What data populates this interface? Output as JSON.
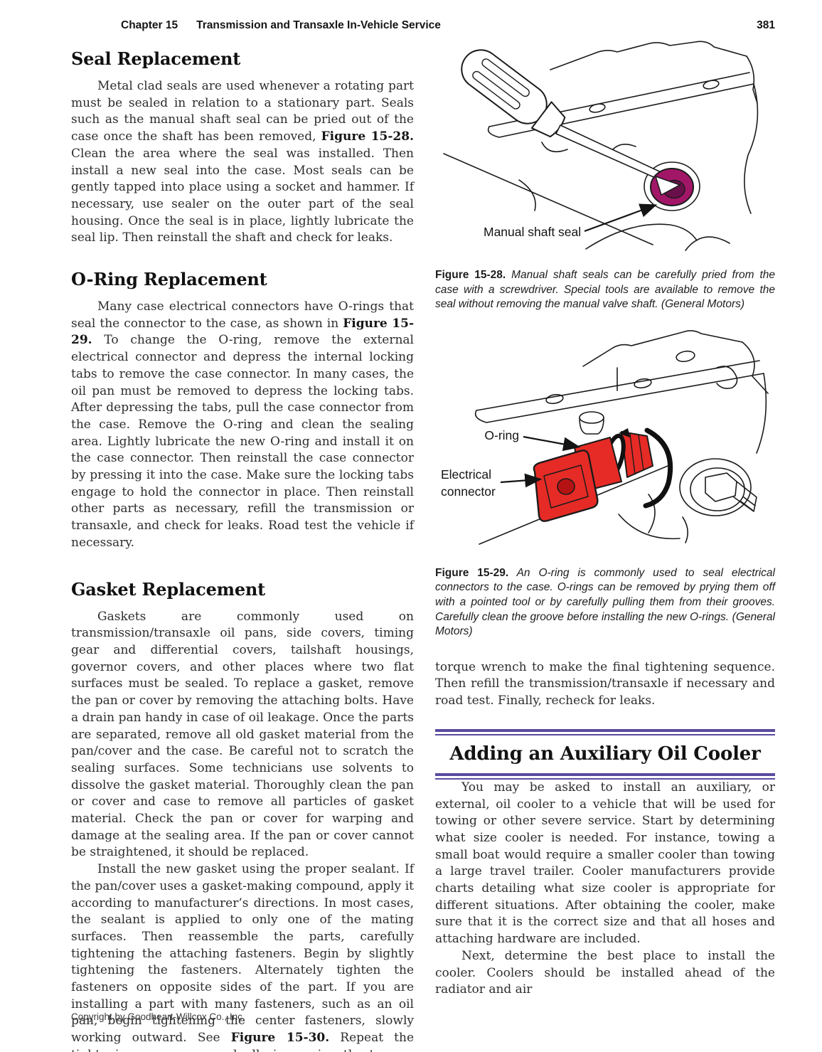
{
  "header": {
    "chapter_label": "Chapter 15",
    "chapter_title": "Transmission and Transaxle In-Vehicle Service",
    "page_number": "381"
  },
  "left": {
    "seal": {
      "heading": "Seal Replacement",
      "p_before": "Metal clad seals are used whenever a rotating part must be sealed in relation to a stationary part. Seals such as the manual shaft seal can be pried out of the case once the shaft has been removed, ",
      "figref": "Figure 15-28.",
      "p_after": " Clean the area where the seal was installed. Then install a new seal into the case. Most seals can be gently tapped into place using a socket and hammer. If necessary, use sealer on the outer part of the seal housing. Once the seal is in place, lightly lubricate the seal lip. Then reinstall the shaft and check for leaks."
    },
    "oring": {
      "heading": "O-Ring Replacement",
      "p_before": "Many case electrical connectors have O-rings that seal the connector to the case, as shown in ",
      "figref": "Figure 15-29.",
      "p_after": " To change the O-ring, remove the external electrical connector and depress the internal locking tabs to remove the case connector. In many cases, the oil pan must be removed to depress the locking tabs. After depressing the tabs, pull the case connector from the case. Remove the O-ring and clean the sealing area. Lightly lubricate the new O-ring and install it on the case connector. Then reinstall the case connector by pressing it into the case. Make sure the locking tabs engage to hold the connector in place. Then reinstall other parts as necessary, refill the transmission or transaxle, and check for leaks. Road test the vehicle if necessary."
    },
    "gasket": {
      "heading": "Gasket Replacement",
      "p1": "Gaskets are commonly used on transmission/transaxle oil pans, side covers, timing gear and differential covers, tailshaft housings, governor covers, and other places where two flat surfaces must be sealed. To replace a gasket, remove the pan or cover by removing the attaching bolts. Have a drain pan handy in case of oil leakage. Once the parts are separated, remove all old gasket material from the pan/cover and the case. Be careful not to scratch the sealing surfaces. Some technicians use solvents to dissolve the gasket material. Thoroughly clean the pan or cover and case to remove all particles of gasket material. Check the pan or cover for warping and damage at the sealing area. If the pan or cover cannot be straightened, it should be replaced.",
      "p2_before": "Install the new gasket using the proper sealant. If the pan/cover uses a gasket-making compound, apply it according to manufacturer’s directions. In most cases, the sealant is applied to only one of the mating surfaces. Then reassemble the parts, carefully tightening the attaching fasteners. Begin by slightly tightening the fasteners. Alternately tighten the fasteners on opposite sides of the part. If you are installing a part with many fasteners, such as an oil pan, begin tightening the center fasteners, slowly working outward. See ",
      "figref": "Figure 15-30.",
      "p2_after": " Repeat the tightening sequence, gradually increasing the torque. Whenever possible, use a"
    }
  },
  "right": {
    "fig28": {
      "label_seal": "Manual shaft seal",
      "caption_label": "Figure 15-28.",
      "caption_text": " Manual shaft seals can be carefully pried from the case with a screwdriver. Special tools are available to remove the seal without removing the manual valve shaft. (General Motors)"
    },
    "fig29": {
      "label_oring": "O-ring",
      "label_connector_line1": "Electrical",
      "label_connector_line2": "connector",
      "caption_label": "Figure 15-29.",
      "caption_text": " An O-ring is commonly used to seal electrical connectors to the case. O-rings can be removed by prying them off with a pointed tool or by carefully pulling them from their grooves. Carefully clean the groove before installing the new O-rings. (General Motors)"
    },
    "torque_paragraph": "torque wrench to make the final tightening sequence. Then refill the transmission/transaxle if necessary and road test. Finally, recheck for leaks.",
    "cooler": {
      "heading": "Adding an Auxiliary Oil Cooler",
      "p1": "You may be asked to install an auxiliary, or external, oil cooler to a vehicle that will be used for towing or other severe service. Start by determining what size cooler is needed. For instance, towing a small boat would require a smaller cooler than towing a large travel trailer. Cooler manufacturers provide charts detailing what size cooler is appropriate for different situations. After obtaining the cooler, make sure that it is the correct size and that all hoses and attaching hardware are included.",
      "p2": "Next, determine the best place to install the cooler. Coolers should be installed ahead of the radiator and air"
    }
  },
  "footer": {
    "copyright": "Copyright by Goodheart-Willcox Co., Inc."
  },
  "colors": {
    "accent_rule": "#5a4a9f",
    "seal": "#a21668",
    "seal_dark": "#69104a",
    "connector": "#e62b26",
    "connector_dark": "#b51313",
    "line_art": "#1b1b1b"
  }
}
